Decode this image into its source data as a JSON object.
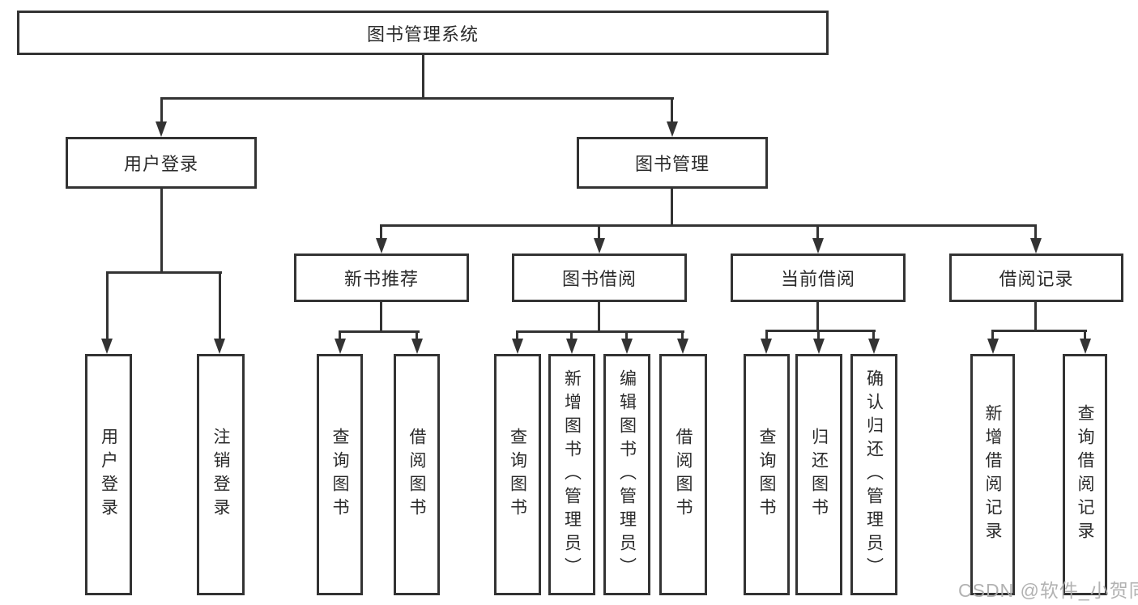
{
  "diagram": {
    "type": "functional-decomposition-tree",
    "colors": {
      "line": "#333333",
      "box_border": "#333333",
      "box_fill": "#ffffff",
      "text": "#2b2b2b",
      "background": "#ffffff",
      "watermark": "#aeaeae"
    },
    "nodes": {
      "root": {
        "label": "图书管理系统"
      },
      "level2": [
        {
          "label": "用户登录",
          "parent": "图书管理系统"
        },
        {
          "label": "图书管理",
          "parent": "图书管理系统"
        }
      ],
      "level3": [
        {
          "label": "新书推荐",
          "parent": "图书管理"
        },
        {
          "label": "图书借阅",
          "parent": "图书管理"
        },
        {
          "label": "当前借阅",
          "parent": "图书管理"
        },
        {
          "label": "借阅记录",
          "parent": "图书管理"
        }
      ],
      "leaves": [
        {
          "label": "用户登录",
          "parent": "用户登录"
        },
        {
          "label": "注销登录",
          "parent": "用户登录"
        },
        {
          "label": "查询图书",
          "parent": "新书推荐"
        },
        {
          "label": "借阅图书",
          "parent": "新书推荐"
        },
        {
          "label": "查询图书",
          "parent": "图书借阅"
        },
        {
          "label": "新增图书（管理员）",
          "parent": "图书借阅"
        },
        {
          "label": "编辑图书（管理员）",
          "parent": "图书借阅"
        },
        {
          "label": "借阅图书",
          "parent": "图书借阅"
        },
        {
          "label": "查询图书",
          "parent": "当前借阅"
        },
        {
          "label": "归还图书",
          "parent": "当前借阅"
        },
        {
          "label": "确认归还（管理员）",
          "parent": "当前借阅"
        },
        {
          "label": "新增借阅记录",
          "parent": "借阅记录"
        },
        {
          "label": "查询借阅记录",
          "parent": "借阅记录"
        }
      ]
    }
  },
  "watermark": {
    "text": "CSDN @软件_小贺同学"
  }
}
